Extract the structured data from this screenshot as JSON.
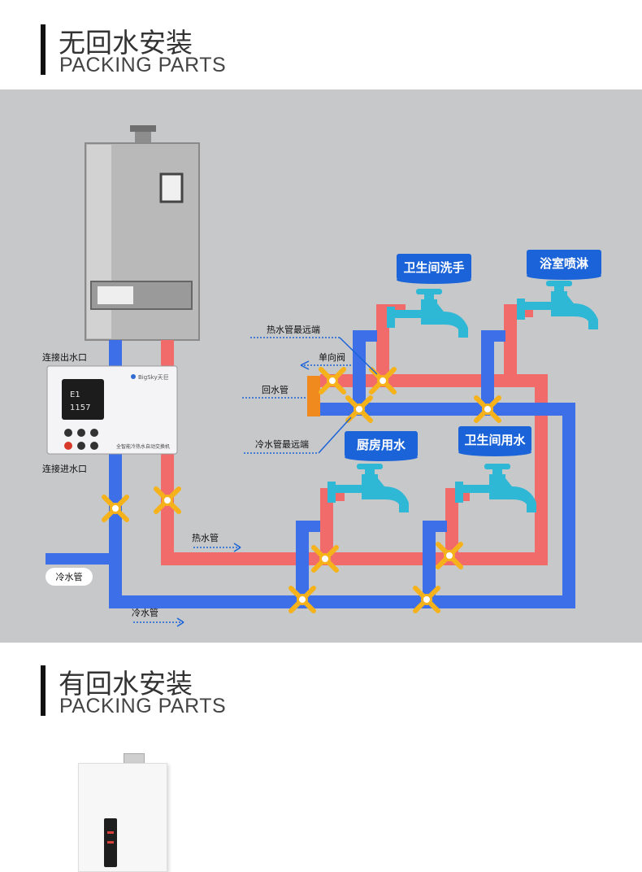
{
  "section1": {
    "title_cn": "无回水安装",
    "title_en": "PACKING PARTS"
  },
  "section2": {
    "title_cn": "有回水安装",
    "title_en": "PACKING PARTS"
  },
  "diagram": {
    "colors": {
      "hot_pipe": "#f26b6b",
      "cold_pipe": "#3d6fe8",
      "return_pipe": "#f08a1e",
      "valve": "#f5b21b",
      "faucet": "#2fb8d6",
      "tag": "#1a63d8",
      "background": "#c7c8ca"
    },
    "labels": {
      "outlet": "连接出水口",
      "inlet": "连接进水口",
      "hot_far_end": "热水管最远端",
      "check_valve": "单向阀",
      "return_pipe": "回水管",
      "cold_far_end": "冷水管最远端",
      "hot_pipe": "热水管",
      "cold_pipe": "冷水管",
      "cold_inlet": "冷水管"
    },
    "fixtures": {
      "bathroom_sink": "卫生间洗手",
      "shower": "浴室喷淋",
      "kitchen": "厨房用水",
      "bathroom": "卫生间用水"
    },
    "device": {
      "brand": "BigSky天巨",
      "display_top": "E1",
      "display_bottom": "1157",
      "caption": "全智能冷热水自动交换机"
    }
  }
}
